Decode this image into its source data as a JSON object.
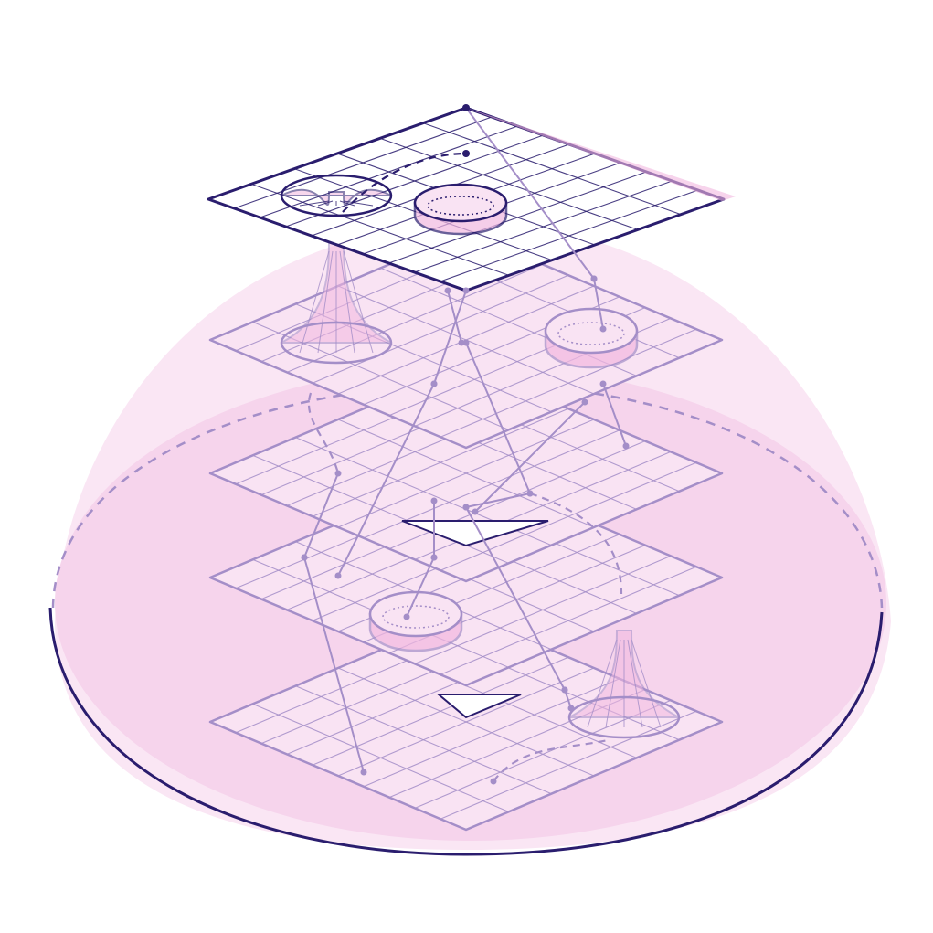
{
  "palette": {
    "background": "#ffffff",
    "dome_light": "#fae6f4",
    "dome_mid": "#f6d4ec",
    "plane_fill": "#f9e3f3",
    "stroke_dark": "#2a1d6e",
    "stroke_light": "#a48ec8",
    "highlight": "#f2b8e0"
  },
  "diagram": {
    "elements": [
      "dome",
      "base-ellipse",
      "stacked-grid-planes",
      "wormhole-funnels",
      "disc-portals",
      "connection-lines",
      "dashed-paths"
    ],
    "plane_count": 5
  }
}
